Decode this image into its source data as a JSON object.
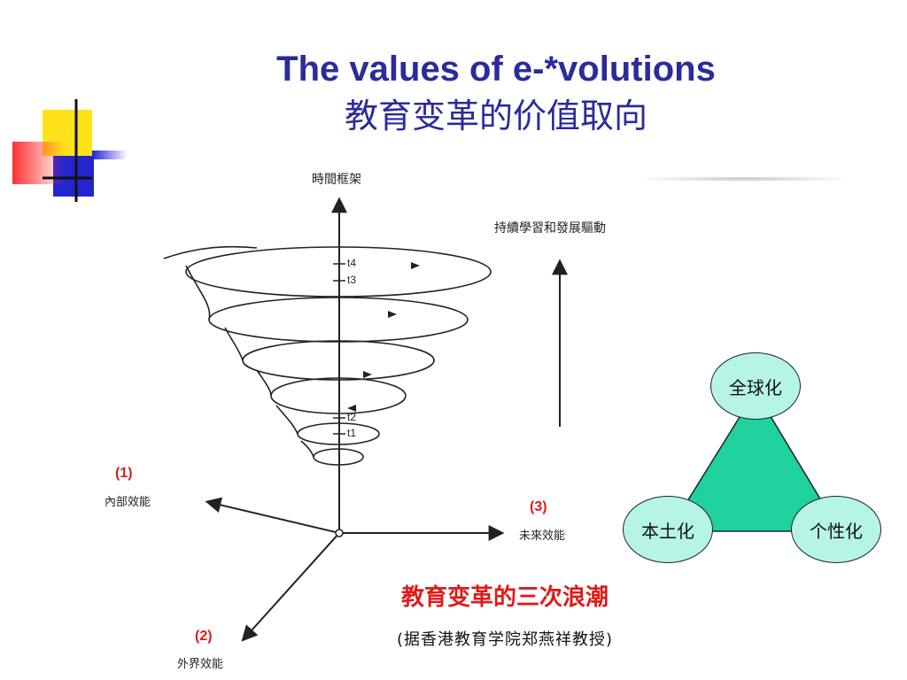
{
  "title": "The values of e-*volutions",
  "subtitle": "教育变革的价值取向",
  "diagram": {
    "axis_top": "時間框架",
    "arrow_right": "持續學習和發展驅動",
    "axis_1_num": "(1)",
    "axis_1_label": "內部效能",
    "axis_2_num": "(2)",
    "axis_2_label": "外界效能",
    "axis_3_num": "(3)",
    "axis_3_label": "未來效能",
    "ticks": [
      "t4",
      "t3",
      "t2",
      "t1"
    ]
  },
  "triangle": {
    "top": "全球化",
    "left": "本土化",
    "right": "个性化",
    "fill_color": "#1fd19f",
    "node_color": "#b6f5e6"
  },
  "caption": {
    "waves": "教育变革的三次浪潮",
    "source": "(据香港教育学院郑燕祥教授)"
  }
}
